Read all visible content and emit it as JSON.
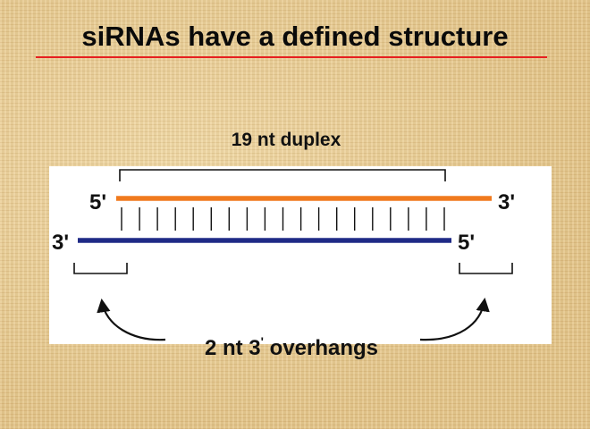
{
  "title": "siRNAs have a defined structure",
  "colors": {
    "title_rule": "#e62020",
    "sense_strand": "#f07a1e",
    "antisense_strand": "#1f2a86"
  },
  "diagram": {
    "duplex_label": "19 nt duplex",
    "base_pair_count": 19,
    "sense_strand": {
      "left_end": "5'",
      "right_end": "3'"
    },
    "antisense_strand": {
      "left_end": "3'",
      "right_end": "5'"
    },
    "overhang_label": {
      "prefix": "2 nt 3",
      "superscript": "'",
      "suffix": " overhangs"
    }
  }
}
